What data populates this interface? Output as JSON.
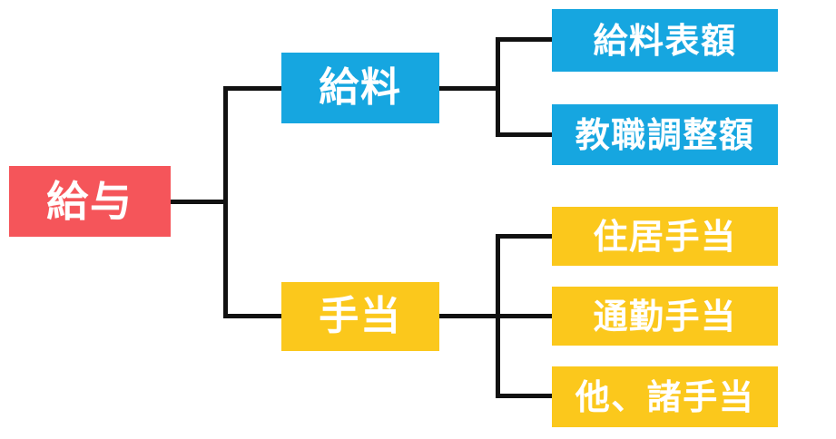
{
  "diagram": {
    "type": "tree",
    "title": "",
    "orientation": "left-to-right",
    "colors": {
      "root": "#F5555A",
      "salary_branch": "#16A6E0",
      "allowance_branch": "#FBC81C",
      "connector": "#111111",
      "background": "#FFFFFF",
      "node_text": "#FFFFFF"
    },
    "root": {
      "label": "給与",
      "color": "#F5555A"
    },
    "level1": [
      {
        "label": "給料",
        "color": "#16A6E0",
        "children": [
          {
            "label": "給料表額",
            "color": "#16A6E0"
          },
          {
            "label": "教職調整額",
            "color": "#16A6E0"
          }
        ]
      },
      {
        "label": "手当",
        "color": "#FBC81C",
        "children": [
          {
            "label": "住居手当",
            "color": "#FBC81C"
          },
          {
            "label": "通勤手当",
            "color": "#FBC81C"
          },
          {
            "label": "他、諸手当",
            "color": "#FBC81C"
          }
        ]
      }
    ]
  }
}
